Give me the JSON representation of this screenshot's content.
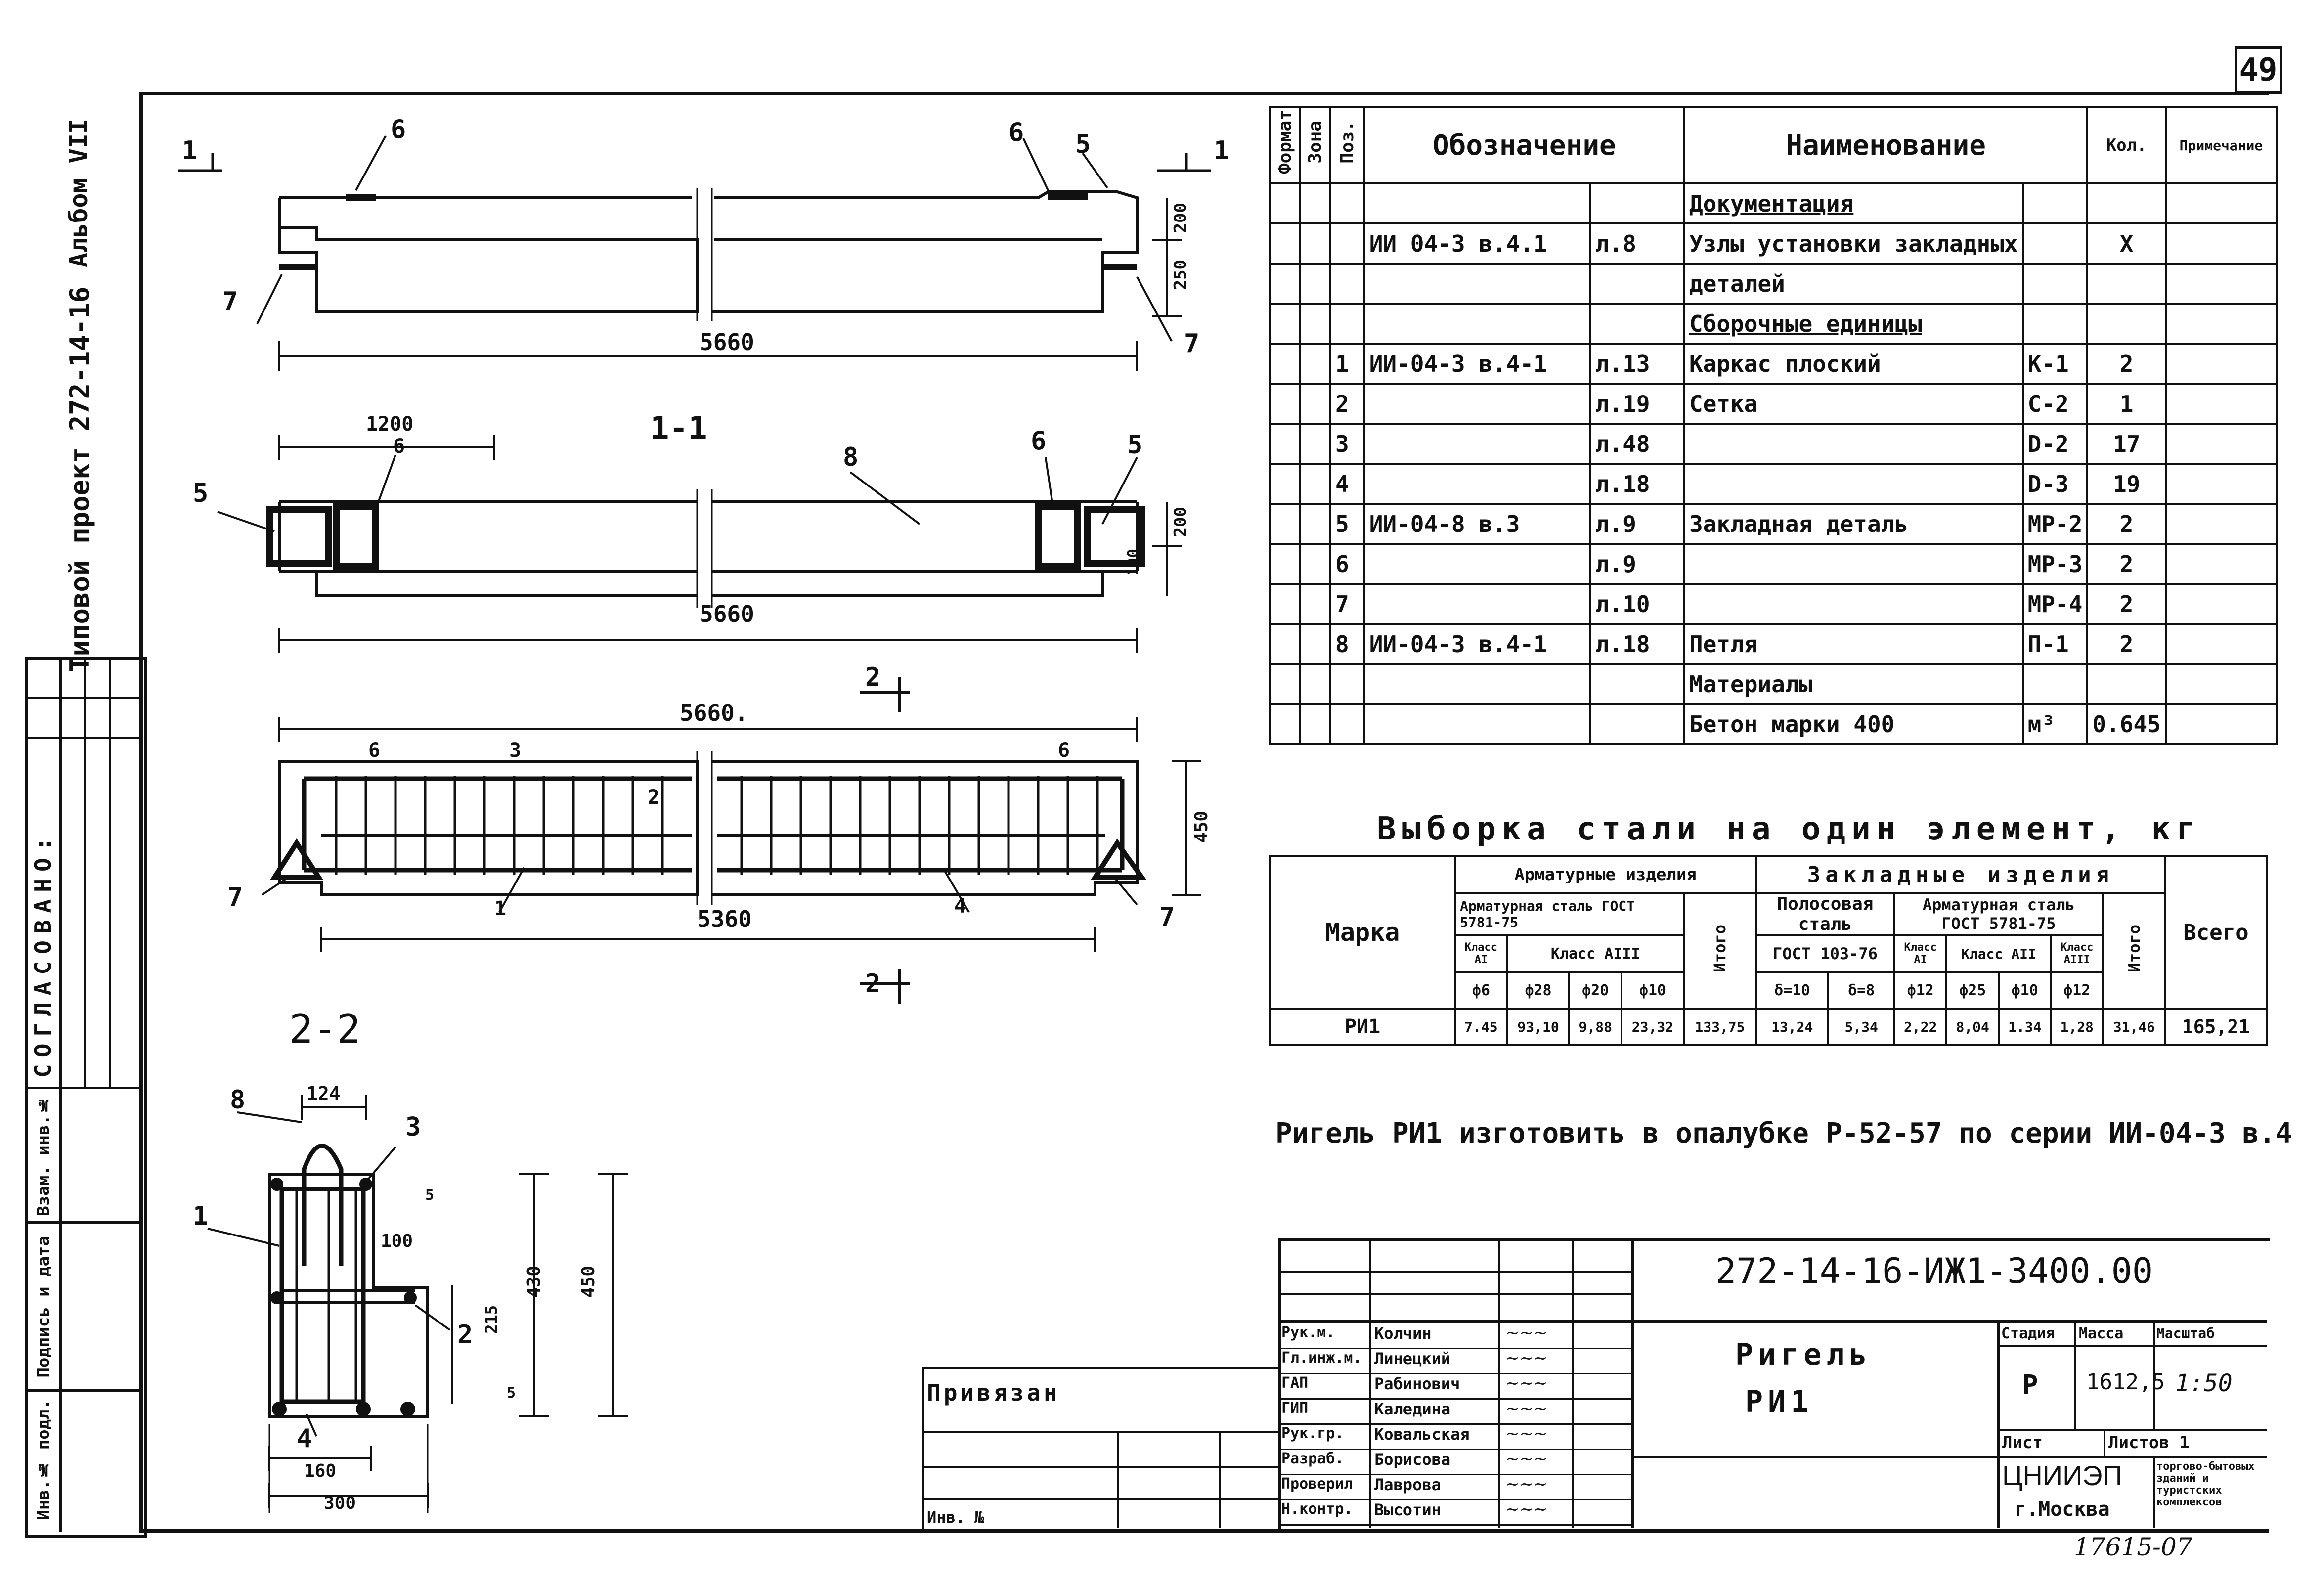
{
  "sheet_number": "49",
  "left_margin": {
    "album": "Альбом VII",
    "project": "Типовой проект 272-14-16",
    "agreed": "СОГЛАСОВАНО:",
    "inv_no": "Инв.№ подл.",
    "sign_date": "Подпись и дата",
    "replace_inv": "Взам. инв.№"
  },
  "drawing": {
    "elevation": {
      "length": "5660",
      "dim_200": "200",
      "dim_250": "250",
      "callouts": [
        "6",
        "6",
        "5",
        "7",
        "7"
      ],
      "section_marks": [
        "1",
        "1"
      ]
    },
    "plan": {
      "title": "1-1",
      "length": "5660",
      "dim_1200": "1200",
      "dim_100": "100",
      "dim_200": "200",
      "callouts": [
        "5",
        "6",
        "8",
        "6",
        "5"
      ]
    },
    "cage": {
      "length_top": "5660.",
      "length_bottom": "5360",
      "height": "450",
      "section_marks": [
        "2",
        "2"
      ],
      "callouts": [
        "6",
        "3",
        "2",
        "6",
        "7",
        "1",
        "4",
        "7"
      ]
    },
    "section": {
      "title": "2-2",
      "dim_124": "124",
      "dim_100": "100",
      "dim_215": "215",
      "dim_430": "430",
      "dim_450": "450",
      "dim_160": "160",
      "dim_300": "300",
      "dim_5a": "5",
      "dim_5b": "5",
      "callouts": [
        "8",
        "3",
        "1",
        "2",
        "4"
      ]
    }
  },
  "spec_table": {
    "headers": {
      "format": "Формат",
      "zone": "Зона",
      "pos": "Поз.",
      "designation": "Обозначение",
      "name": "Наименование",
      "qty": "Кол.",
      "note": "Примечание"
    },
    "rows": [
      {
        "pos": "",
        "designation": "",
        "sheet": "",
        "name": "Документация",
        "mark": "",
        "qty": "",
        "section": true
      },
      {
        "pos": "",
        "designation": "ИИ 04-3 в.4.1",
        "sheet": "л.8",
        "name": "Узлы установки закладных",
        "mark": "",
        "qty": "Х"
      },
      {
        "pos": "",
        "designation": "",
        "sheet": "",
        "name": "деталей",
        "mark": "",
        "qty": ""
      },
      {
        "pos": "",
        "designation": "",
        "sheet": "",
        "name": "Сборочные единицы",
        "mark": "",
        "qty": "",
        "section": true
      },
      {
        "pos": "1",
        "designation": "ИИ-04-3 в.4-1",
        "sheet": "л.13",
        "name": "Каркас плоский",
        "mark": "К-1",
        "qty": "2"
      },
      {
        "pos": "2",
        "designation": "",
        "sheet": "л.19",
        "name": "Сетка",
        "mark": "С-2",
        "qty": "1"
      },
      {
        "pos": "3",
        "designation": "",
        "sheet": "л.48",
        "name": "",
        "mark": "D-2",
        "qty": "17"
      },
      {
        "pos": "4",
        "designation": "",
        "sheet": "л.18",
        "name": "",
        "mark": "D-3",
        "qty": "19"
      },
      {
        "pos": "5",
        "designation": "ИИ-04-8 в.3",
        "sheet": "л.9",
        "name": "Закладная деталь",
        "mark": "МР-2",
        "qty": "2"
      },
      {
        "pos": "6",
        "designation": "",
        "sheet": "л.9",
        "name": "",
        "mark": "МР-3",
        "qty": "2"
      },
      {
        "pos": "7",
        "designation": "",
        "sheet": "л.10",
        "name": "",
        "mark": "МР-4",
        "qty": "2"
      },
      {
        "pos": "8",
        "designation": "ИИ-04-3 в.4-1",
        "sheet": "л.18",
        "name": "Петля",
        "mark": "П-1",
        "qty": "2"
      },
      {
        "pos": "",
        "designation": "",
        "sheet": "",
        "name": "Материалы",
        "mark": "",
        "qty": ""
      },
      {
        "pos": "",
        "designation": "",
        "sheet": "",
        "name": "Бетон марки 400",
        "mark": "м³",
        "qty": "0.645"
      }
    ]
  },
  "steel_table": {
    "title": "Выборка стали на один элемент, кг",
    "h_marka": "Марка",
    "h_arm_izd": "Арматурные изделия",
    "h_zakl_izd": "Закладные изделия",
    "h_arm_steel_1": "Арматурная сталь ГОСТ 5781-75",
    "h_polos": "Полосовая сталь",
    "h_gost_103": "ГОСТ 103-76",
    "h_arm_steel_2": "Арматурная сталь ГОСТ 5781-75",
    "h_itogo": "Итого",
    "h_vsego": "Всего",
    "h_class_a1": "Класс АI",
    "h_class_a3": "Класс АIII",
    "h_class_a2": "Класс АII",
    "h_class_a3b": "Класс АIII",
    "sub": [
      "ф6",
      "ф28",
      "ф20",
      "ф10",
      "δ=10",
      "δ=8",
      "ф12",
      "ф25",
      "ф10",
      "ф12"
    ],
    "row": {
      "marka": "РИ1",
      "values": [
        "7.45",
        "93,10",
        "9,88",
        "23,32",
        "133,75",
        "13,24",
        "5,34",
        "2,22",
        "8,04",
        "1.34",
        "1,28",
        "31,46",
        "165,21"
      ]
    }
  },
  "note": "Ригель РИ1 изготовить в опалубке Р-52-57 по серии ИИ-04-3 в.4",
  "stamp": {
    "code": "272-14-16-ИЖ1-3400.00",
    "privyazan": "Привязан",
    "inv_no": "Инв. №",
    "title_line1": "Ригель",
    "title_line2": "РИ1",
    "stadia_h": "Стадия",
    "massa_h": "Масса",
    "masshtab_h": "Масштаб",
    "stadia": "Р",
    "massa": "1612,5",
    "masshtab": "1:50",
    "list_h": "Лист",
    "listov_h": "Листов 1",
    "org": "ЦНИИЭП",
    "org_city": "г.Москва",
    "org_desc": "торгово-бытовых зданий и туристских комплексов",
    "archive_no": "17615-07",
    "roles": [
      {
        "role": "Рук.м.",
        "name": "Колчин"
      },
      {
        "role": "Гл.инж.м.",
        "name": "Линецкий"
      },
      {
        "role": "ГАП",
        "name": "Рабинович"
      },
      {
        "role": "ГИП",
        "name": "Каледина"
      },
      {
        "role": "Рук.гр.",
        "name": "Ковальская"
      },
      {
        "role": "Разраб.",
        "name": "Борисова"
      },
      {
        "role": "Проверил",
        "name": "Лаврова"
      },
      {
        "role": "Н.контр.",
        "name": "Высотин"
      }
    ]
  }
}
